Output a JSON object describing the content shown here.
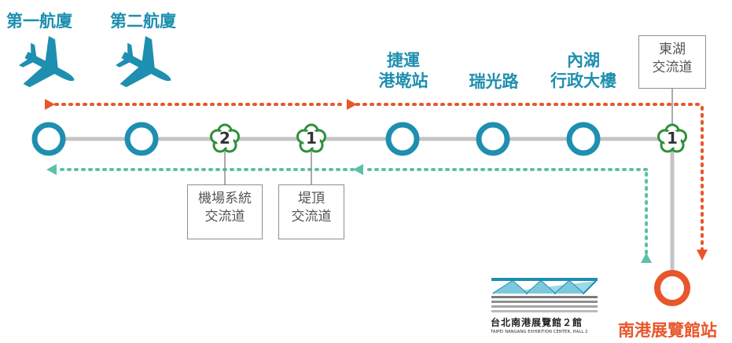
{
  "terminals": [
    {
      "label": "第一航廈",
      "icon": "airplane-icon"
    },
    {
      "label": "第二航廈",
      "icon": "airplane-icon"
    }
  ],
  "stations": {
    "songshan": {
      "line1": "捷運",
      "line2": "港墘站"
    },
    "ruiguang": "瑞光路",
    "neihu": {
      "line1": "內湖",
      "line2": "行政大樓"
    },
    "nangang": "南港展覽館站"
  },
  "interchanges": {
    "airport": {
      "number": "2",
      "line1": "機場系統",
      "line2": "交流道"
    },
    "diding": {
      "number": "1",
      "line1": "堤頂",
      "line2": "交流道"
    },
    "donghu": {
      "number": "1",
      "line1": "東湖",
      "line2": "交流道"
    }
  },
  "logo": {
    "title": "台北南港展覽館２館",
    "subtitle": "TAIPEI NANGANG EXHIBITION CENTER, HALL 2"
  },
  "colors": {
    "teal": "#1e8fb0",
    "orange": "#e8562a",
    "green": "#2f8f3a",
    "route_grey": "#c4c4c4",
    "return_dots": "#5cc0a8",
    "outbound_dots": "#e8562a"
  }
}
